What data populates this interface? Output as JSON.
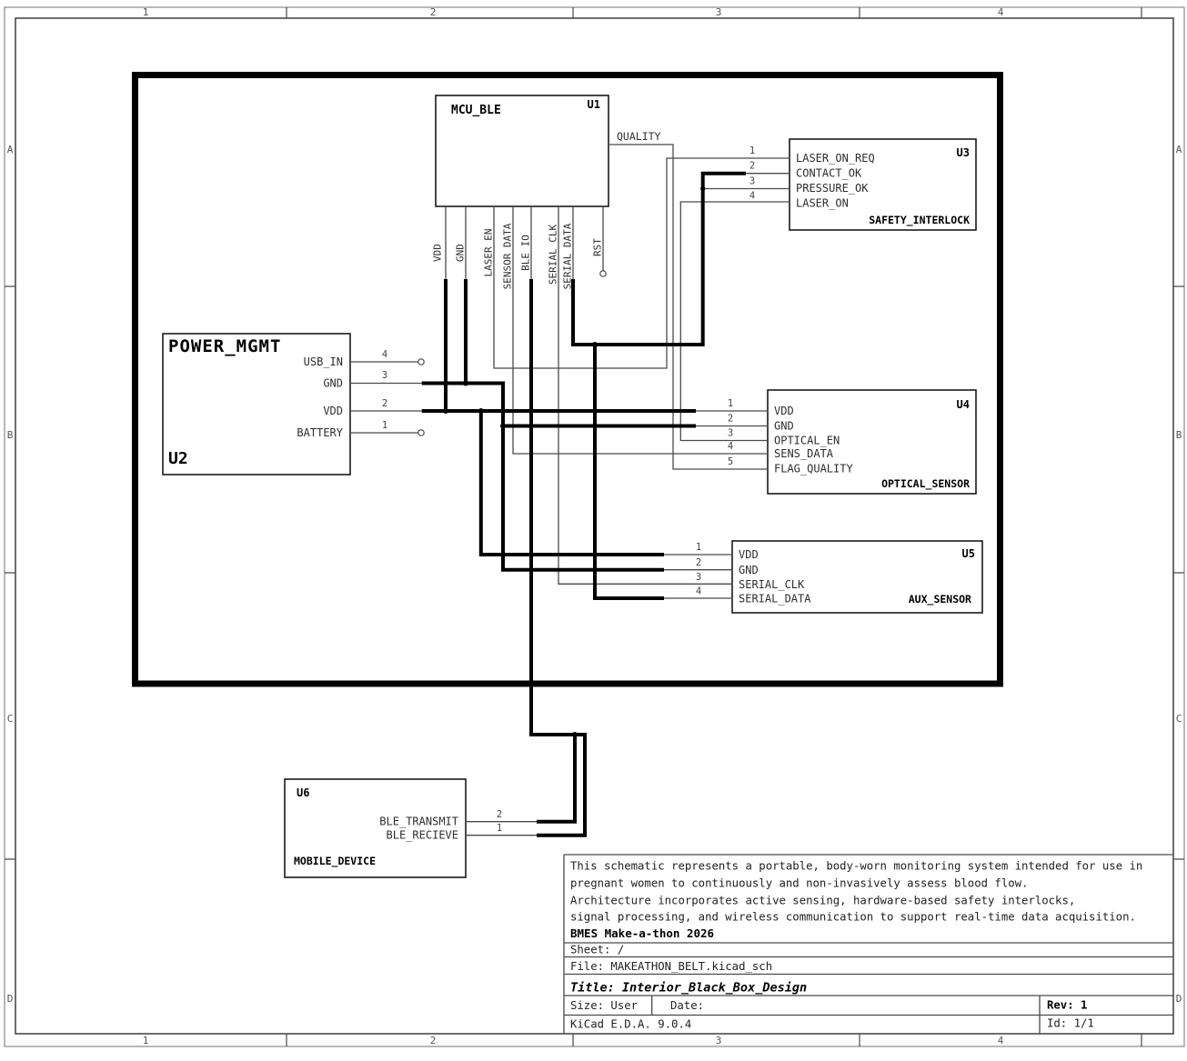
{
  "sheet_frame": {
    "columns": [
      "1",
      "2",
      "3",
      "4"
    ],
    "rows": [
      "A",
      "B",
      "C",
      "D"
    ]
  },
  "net_labels": {
    "quality": "QUALITY"
  },
  "components": {
    "u1": {
      "ref": "U1",
      "name": "MCU_BLE",
      "pins": [
        "VDD",
        "GND",
        "LASER_EN",
        "SENSOR_DATA",
        "BLE_IO",
        "SERIAL_CLK",
        "SERIAL_DATA",
        "RST"
      ]
    },
    "u2": {
      "ref": "U2",
      "name": "POWER_MGMT",
      "pins": [
        {
          "num": "4",
          "name": "USB_IN"
        },
        {
          "num": "3",
          "name": "GND"
        },
        {
          "num": "2",
          "name": "VDD"
        },
        {
          "num": "1",
          "name": "BATTERY"
        }
      ]
    },
    "u3": {
      "ref": "U3",
      "name": "SAFETY_INTERLOCK",
      "pins": [
        {
          "num": "1",
          "name": "LASER_ON_REQ"
        },
        {
          "num": "2",
          "name": "CONTACT_OK"
        },
        {
          "num": "3",
          "name": "PRESSURE_OK"
        },
        {
          "num": "4",
          "name": "LASER_ON"
        }
      ]
    },
    "u4": {
      "ref": "U4",
      "name": "OPTICAL_SENSOR",
      "pins": [
        {
          "num": "1",
          "name": "VDD"
        },
        {
          "num": "2",
          "name": "GND"
        },
        {
          "num": "3",
          "name": "OPTICAL_EN"
        },
        {
          "num": "4",
          "name": "SENS_DATA"
        },
        {
          "num": "5",
          "name": "FLAG_QUALITY"
        }
      ]
    },
    "u5": {
      "ref": "U5",
      "name": "AUX_SENSOR",
      "pins": [
        {
          "num": "1",
          "name": "VDD"
        },
        {
          "num": "2",
          "name": "GND"
        },
        {
          "num": "3",
          "name": "SERIAL_CLK"
        },
        {
          "num": "4",
          "name": "SERIAL_DATA"
        }
      ]
    },
    "u6": {
      "ref": "U6",
      "name": "MOBILE_DEVICE",
      "pins": [
        {
          "num": "2",
          "name": "BLE_TRANSMIT"
        },
        {
          "num": "1",
          "name": "BLE_RECIEVE"
        }
      ]
    }
  },
  "title_block": {
    "comments": [
      "This schematic represents a portable, body-worn monitoring system intended for use in",
      "pregnant women to continuously and non-invasively assess blood flow.",
      "Architecture incorporates active sensing, hardware-based safety interlocks,",
      "signal processing, and wireless communication to support real-time data acquisition.",
      "BMES Make-a-thon 2026"
    ],
    "sheet": "Sheet: /",
    "file": "File: MAKEATHON_BELT.kicad_sch",
    "title": "Title: Interior_Black_Box_Design",
    "size": "Size: User",
    "date": "Date:",
    "rev": "Rev: 1",
    "tool": "KiCad E.D.A. 9.0.4",
    "id": "Id: 1/1"
  },
  "colors": {
    "wire": "#000000",
    "thin_line": "#4a4a4a",
    "outline": "#1a1a1a",
    "frame": "#808080"
  }
}
